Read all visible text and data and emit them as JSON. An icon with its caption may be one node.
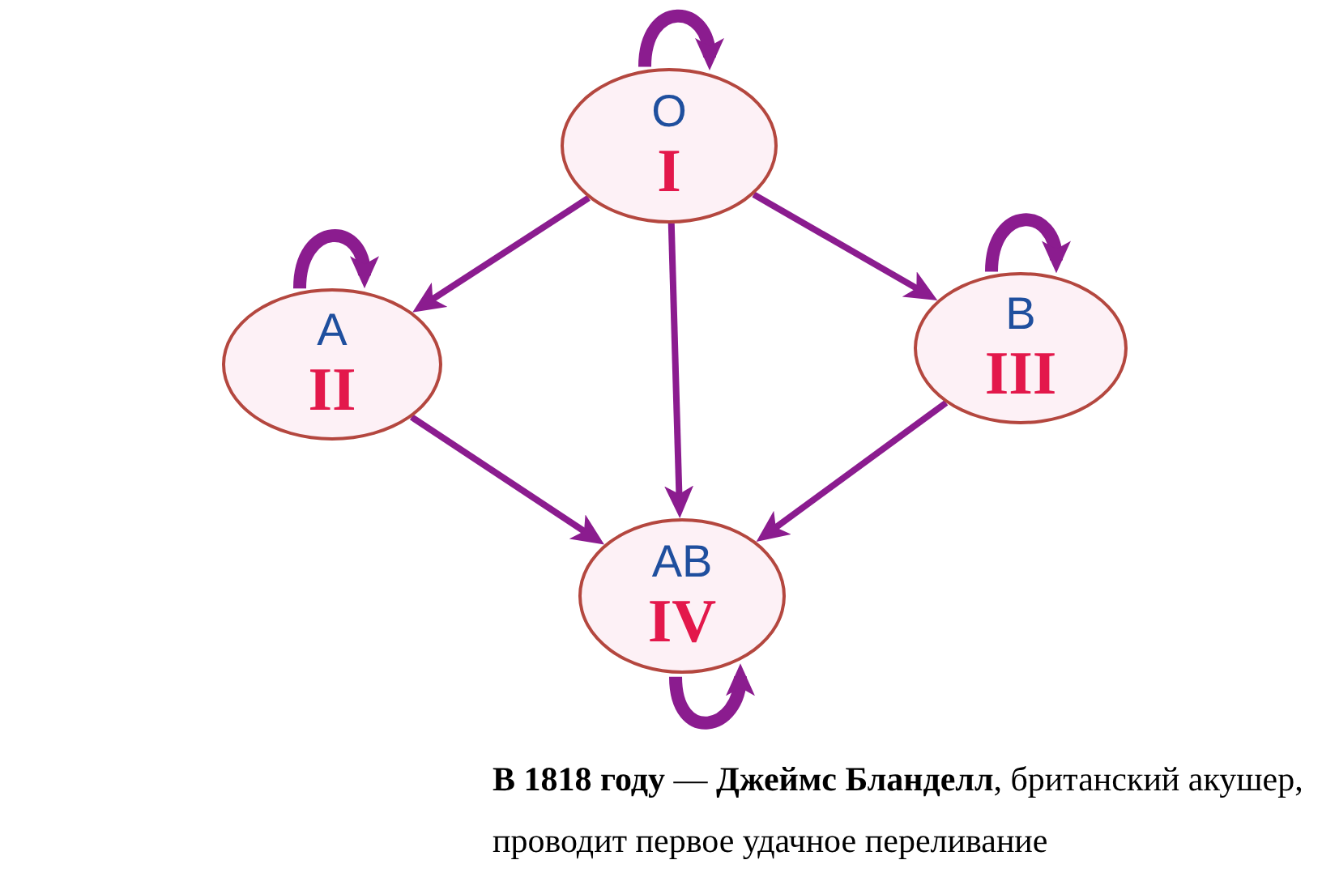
{
  "diagram": {
    "caption": "**В 1818 году** — **Джеймс Бланделл**, британский акушер, проводит первое удачное переливание",
    "nodes": [
      {
        "text": [
          "O",
          "I"
        ]
      },
      {
        "text": [
          "A",
          "II"
        ]
      },
      {
        "text": [
          "B",
          "III"
        ]
      },
      {
        "text": [
          "AB",
          "IV"
        ]
      }
    ],
    "edges": [
      {
        "from": 0,
        "to": 0,
        "arrow": "to",
        "style": "thick"
      },
      {
        "from": 0,
        "to": 1,
        "arrow": "to"
      },
      {
        "from": 0,
        "to": 3,
        "arrow": "to"
      },
      {
        "from": 0,
        "to": 2,
        "arrow": "to"
      },
      {
        "from": 1,
        "to": 1,
        "arrow": "to",
        "style": "thick"
      },
      {
        "from": 2,
        "to": 2,
        "arrow": "to",
        "style": "thick"
      },
      {
        "from": 1,
        "to": 3,
        "arrow": "to"
      },
      {
        "from": 2,
        "to": 3,
        "arrow": "to"
      },
      {
        "from": 3,
        "to": 3,
        "arrow": "to",
        "style": "thick"
      }
    ]
  }
}
